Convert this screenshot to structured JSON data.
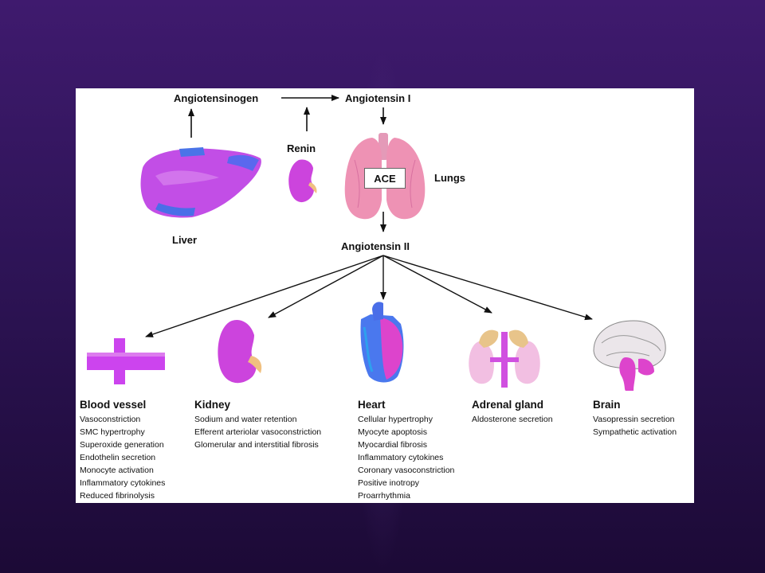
{
  "diagram": {
    "nodes": {
      "angiotensinogen": "Angiotensinogen",
      "angiotensin_i": "Angiotensin I",
      "renin": "Renin",
      "ace": "ACE",
      "lungs": "Lungs",
      "liver": "Liver",
      "angiotensin_ii": "Angiotensin II"
    },
    "effects": [
      {
        "organ": "Blood vessel",
        "items": [
          "Vasoconstriction",
          "SMC hypertrophy",
          "Superoxide generation",
          "Endothelin secretion",
          "Monocyte activation",
          "Inflammatory cytokines",
          "Reduced fibrinolysis"
        ]
      },
      {
        "organ": "Kidney",
        "items": [
          "Sodium and water retention",
          "Efferent arteriolar vasoconstriction",
          "Glomerular and interstitial fibrosis"
        ]
      },
      {
        "organ": "Heart",
        "items": [
          "Cellular hypertrophy",
          "Myocyte apoptosis",
          "Myocardial fibrosis",
          "Inflammatory cytokines",
          "Coronary vasoconstriction",
          "Positive inotropy",
          "Proarrhythmia"
        ]
      },
      {
        "organ": "Adrenal gland",
        "items": [
          "Aldosterone secretion"
        ]
      },
      {
        "organ": "Brain",
        "items": [
          "Vasopressin secretion",
          "Sympathetic activation"
        ]
      }
    ],
    "colors": {
      "background_top": "#3f1a6e",
      "background_bottom": "#1c0a36",
      "organ_magenta": "#d659e8",
      "organ_blue": "#5566ee",
      "lung_pink": "#ee92b4",
      "adrenal_tan": "#e8c48a"
    }
  }
}
